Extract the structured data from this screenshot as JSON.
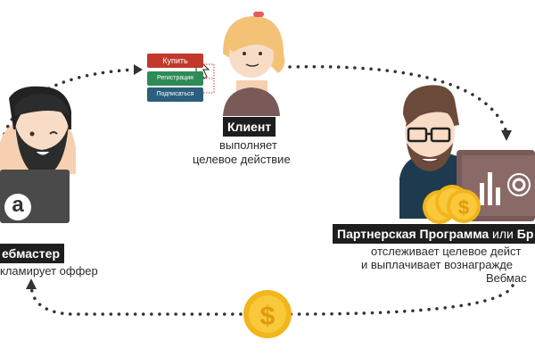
{
  "client_buttons": {
    "buy": "Купить",
    "register": "Регистрация",
    "subscribe": "Подписаться"
  },
  "client": {
    "title": "Клиент",
    "desc_line1": "выполняет",
    "desc_line2": "целевое действие"
  },
  "webmaster": {
    "title": "ебмастер",
    "desc": "кламирует оффер",
    "badge": "a"
  },
  "partner": {
    "title_bold": "Партнерская Программа",
    "title_or": " или ",
    "title_end": "Бр",
    "desc_line1": "отслеживает целевое дейст",
    "desc_line2": "и выплачивает вознагражде",
    "desc_line3": "Вебмас"
  },
  "colors": {
    "buy": "#c0392b",
    "register": "#2e8b57",
    "subscribe": "#2c5f7c",
    "dots": "#333333",
    "coin": "#f5c518",
    "shirt": "#7a5a58"
  }
}
